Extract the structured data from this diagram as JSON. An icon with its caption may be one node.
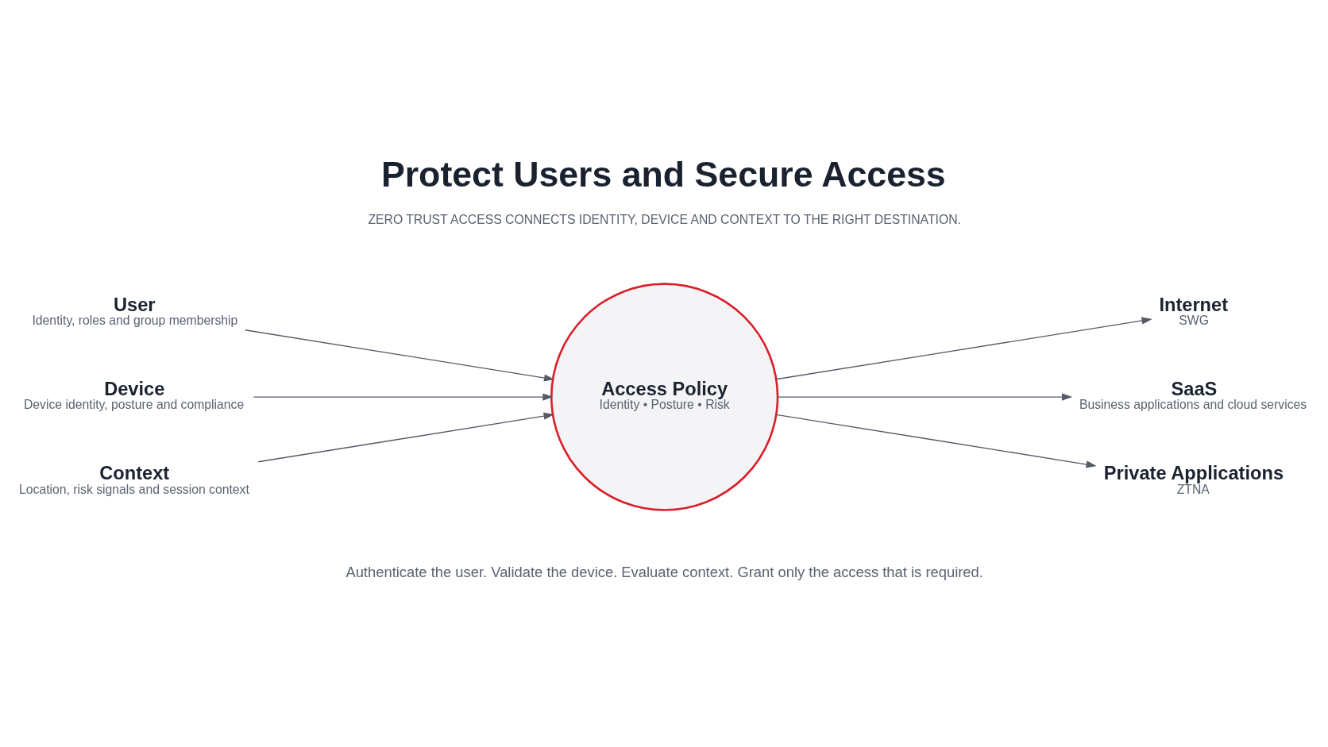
{
  "diagram": {
    "title": "Protect Users and Secure Access",
    "caption": "Authenticate the user. Validate the device. Evaluate context. Grant only the access that is required.",
    "nodes": [
      {
        "text": [
          "User",
          "Identity, roles and group membership"
        ]
      },
      {
        "text": [
          "Device",
          "Device identity, posture and compliance"
        ]
      },
      {
        "text": [
          "Context",
          "Location, risk signals and session context"
        ]
      },
      {
        "text": [
          "Access Policy",
          "Identity • Posture • Risk"
        ]
      },
      {
        "text": [
          "Internet",
          "SWG"
        ]
      },
      {
        "text": [
          "SaaS",
          "Business applications and cloud services"
        ]
      },
      {
        "text": [
          "Private Applications",
          "ZTNA"
        ]
      }
    ],
    "edges": [
      {
        "from": 0,
        "to": 3,
        "arrow": "to"
      },
      {
        "from": 1,
        "to": 3,
        "arrow": "to"
      },
      {
        "from": 2,
        "to": 3,
        "arrow": "to"
      },
      {
        "from": 3,
        "to": 4,
        "arrow": "to"
      },
      {
        "from": 3,
        "to": 5,
        "arrow": "to"
      },
      {
        "from": 3,
        "to": 6,
        "arrow": "to"
      }
    ],
    "labels": [
      "ZERO TRUST ACCESS CONNECTS IDENTITY, DEVICE AND CONTEXT TO THE RIGHT DESTINATION."
    ]
  }
}
